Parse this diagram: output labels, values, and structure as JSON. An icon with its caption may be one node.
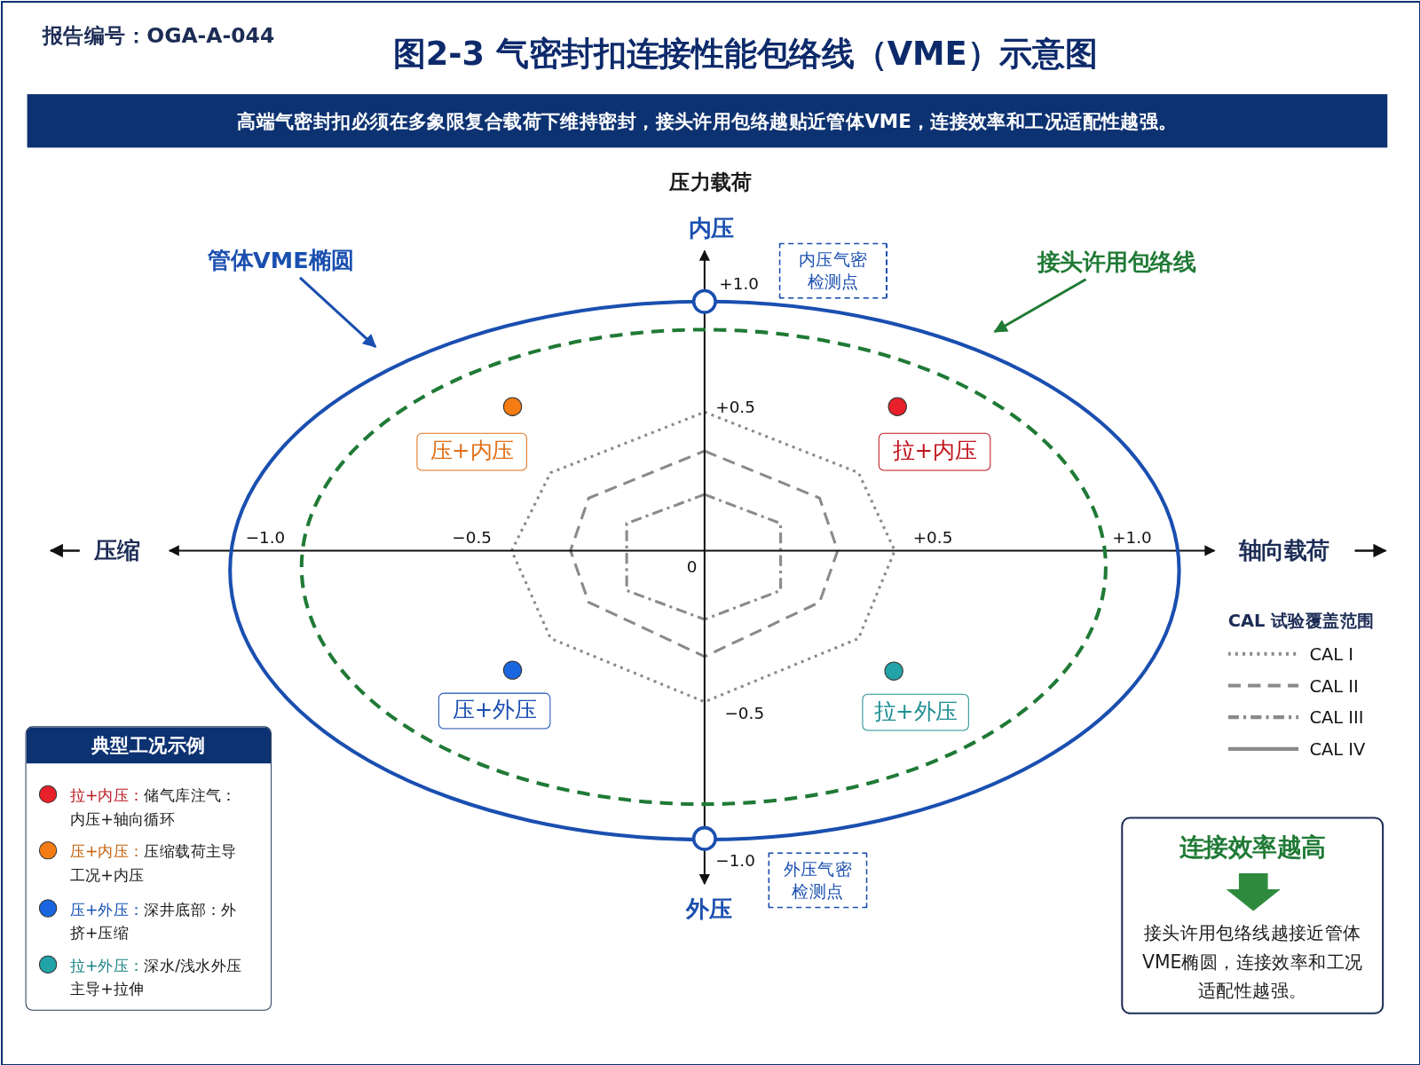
{
  "diagram": {
    "title": "图2-3  气密封扣连接性能包络线（VME）示意图",
    "nodes": [
      {
        "text": [
          "管体VME椭圆"
        ]
      },
      {
        "text": [],
        "shape": "ellipse"
      },
      {
        "text": [
          "接头许用包络线"
        ]
      },
      {
        "text": [],
        "shape": "ellipse",
        "in": 1
      },
      {
        "text": [
          "压+内压"
        ],
        "in": 3
      },
      {
        "text": [
          "拉+内压"
        ],
        "in": 3
      },
      {
        "text": [
          "压+外压"
        ],
        "in": 3
      },
      {
        "text": [
          "拉+外压"
        ],
        "in": 3
      },
      {
        "text": [
          "内压气密检测点"
        ]
      },
      {
        "text": [
          "外压气密检测点"
        ]
      },
      {
        "text": [
          "连接效率越高",
          "接头许用包络线越接近管体VME椭圆，连接效率和工况适配性越强。"
        ]
      }
    ],
    "edges": [
      {
        "from": 0,
        "to": 1,
        "arrow": "to",
        "color": "#1a4fb0"
      },
      {
        "from": 2,
        "to": 3,
        "arrow": "to",
        "color": "#1f7a35"
      }
    ],
    "labels": [
      "报告编号：OGA-A-044",
      "高端气密封扣必须在多象限复合载荷下维持密封，接头许用包络越贴近管体VME，连接效率和工况适配性越强。",
      "压力载荷",
      "内压",
      "+1.0",
      "+0.5",
      "压缩",
      "−1.0",
      "−0.5",
      "+0.5",
      "+1.0",
      "轴向载荷",
      "0",
      "CAL 试验覆盖范围",
      "−0.5",
      "典型工况示例",
      "−1.0",
      "外压"
    ],
    "legend": [
      {
        "text": "拉+内压：储气库注气：内压+轴向循环",
        "color": "#e8202a"
      },
      {
        "text": "压+内压：压缩载荷主导工况+内压",
        "color": "#f47c12"
      },
      {
        "text": "压+外压：深井底部：外挤+压缩",
        "color": "#1a66e0"
      },
      {
        "text": "拉+外压：深水/浅水外压主导+拉伸",
        "color": "#22a3a8"
      },
      {
        "text": "CAL I"
      },
      {
        "text": "CAL II"
      },
      {
        "text": "CAL III"
      },
      {
        "text": "CAL IV"
      }
    ]
  }
}
